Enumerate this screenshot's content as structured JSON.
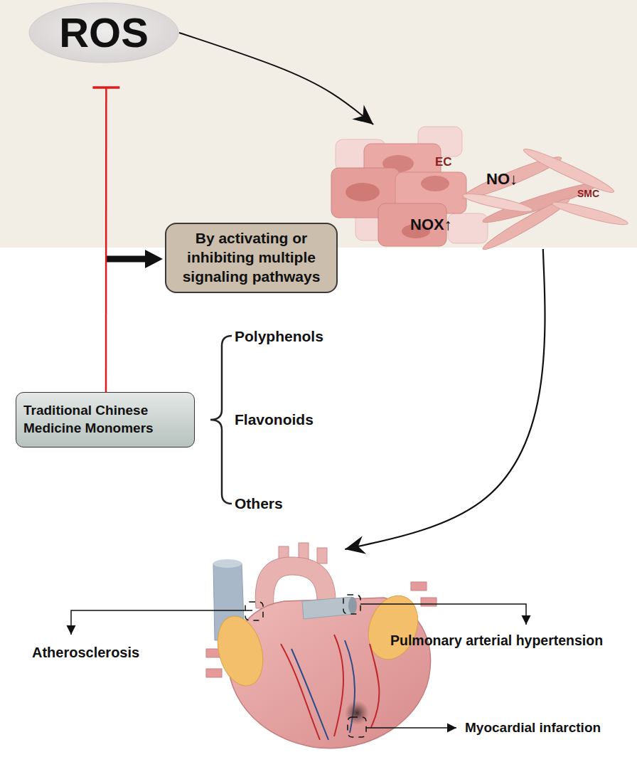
{
  "diagram": {
    "nodes": [
      {
        "text": [
          "ROS"
        ]
      },
      {
        "text": [
          "EC",
          "NO↓",
          "NOX↑",
          "SMC"
        ]
      },
      {
        "text": [
          "By activating or inhibiting multiple signaling pathways"
        ]
      },
      {
        "text": [
          "Traditional Chinese Medicine Monomers"
        ]
      },
      {
        "text": [
          "Atherosclerosis",
          "Pulmonary arterial hypertension",
          "Myocardial infarction"
        ]
      }
    ],
    "edges": [
      {
        "from": 0,
        "to": 1,
        "arrow": "to"
      },
      {
        "from": 1,
        "to": 4,
        "arrow": "to"
      },
      {
        "from": 3,
        "to": 0,
        "arrow": "to"
      }
    ],
    "labels": [
      "Polyphenols",
      "Flavonoids",
      "Others"
    ]
  }
}
